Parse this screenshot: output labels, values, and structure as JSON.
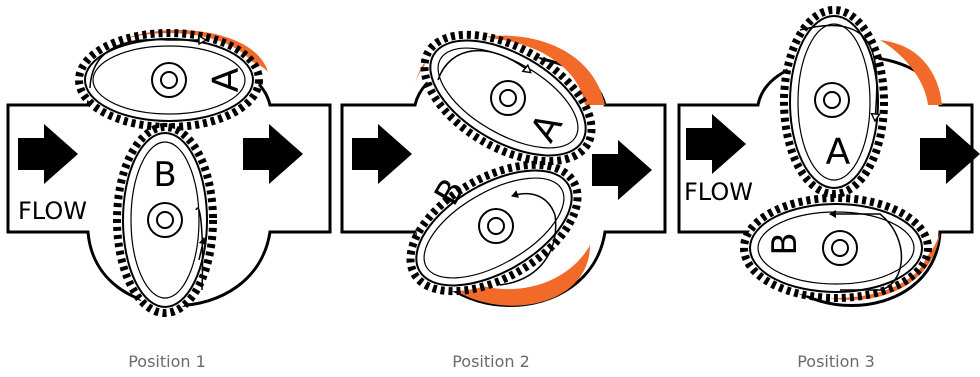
{
  "flow_label": "FLOW",
  "gear_a_label": "A",
  "gear_b_label": "B",
  "captions": [
    "Position 1",
    "Position 2",
    "Position 3"
  ],
  "colors": {
    "fluid": "#F26A2A",
    "outline": "#000000",
    "background": "#ffffff"
  },
  "icons": [
    "flow-arrow-icon",
    "rotation-arrow-icon",
    "gear-hub-icon"
  ]
}
